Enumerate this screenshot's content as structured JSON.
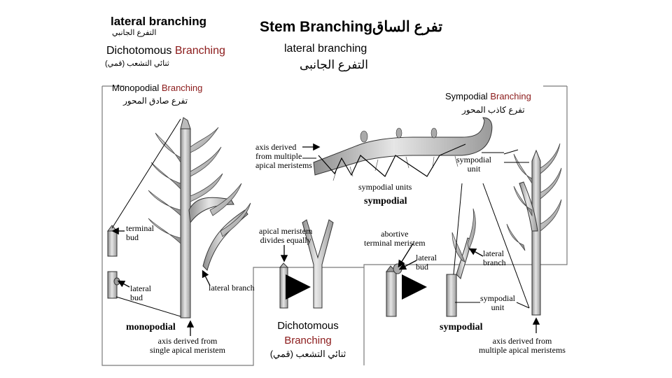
{
  "header": {
    "top_left_title": "lateral branching",
    "top_left_arabic": "التفرع الجانبي",
    "main_title_en": "Stem Branching",
    "main_title_ar": "تفرع الساق",
    "center_sub_en": "lateral branching",
    "center_sub_ar": "التفرع الجانبى"
  },
  "dichotomous_left": {
    "title_black": "Dichotomous",
    "title_red": "Branching",
    "arabic": "ثنائي التشعب (قمي)"
  },
  "monopodial": {
    "title_black": "Monopodial",
    "title_red": "Branching",
    "arabic": "تفرع صادق المحور",
    "label_terminal_bud": "terminal\nbud",
    "label_lateral_bud": "lateral\nbud",
    "label_lateral_branch": "lateral branch",
    "label_type": "monopodial",
    "label_axis": "axis derived from\nsingle apical meristem"
  },
  "sympodial_top": {
    "label_axis": "axis derived\nfrom multiple\napical meristems",
    "label_units": "sympodial units",
    "label_type": "sympodial"
  },
  "dichotomous_center": {
    "label_meristem": "apical meristem\ndivides equally",
    "title_black": "Dichotomous",
    "title_red": "Branching",
    "arabic": "ثنائي التشعب (قمي)"
  },
  "sympodial_right": {
    "title_black": "Sympodial",
    "title_red": "Branching",
    "arabic": "تفرع كاذب المحور",
    "label_unit_top": "sympodial\nunit",
    "label_abortive": "abortive\nterminal meristem",
    "label_lateral_bud": "lateral\nbud",
    "label_lateral_branch": "lateral\nbranch",
    "label_unit_bottom": "sympodial\nunit",
    "label_type": "sympodial",
    "label_axis": "axis derived from\nmultiple apical meristems"
  },
  "colors": {
    "accent_red": "#8B1A1A",
    "stem_fill": "#c4c4c4",
    "stem_stroke": "#333333",
    "frame": "#7a7a7a"
  }
}
